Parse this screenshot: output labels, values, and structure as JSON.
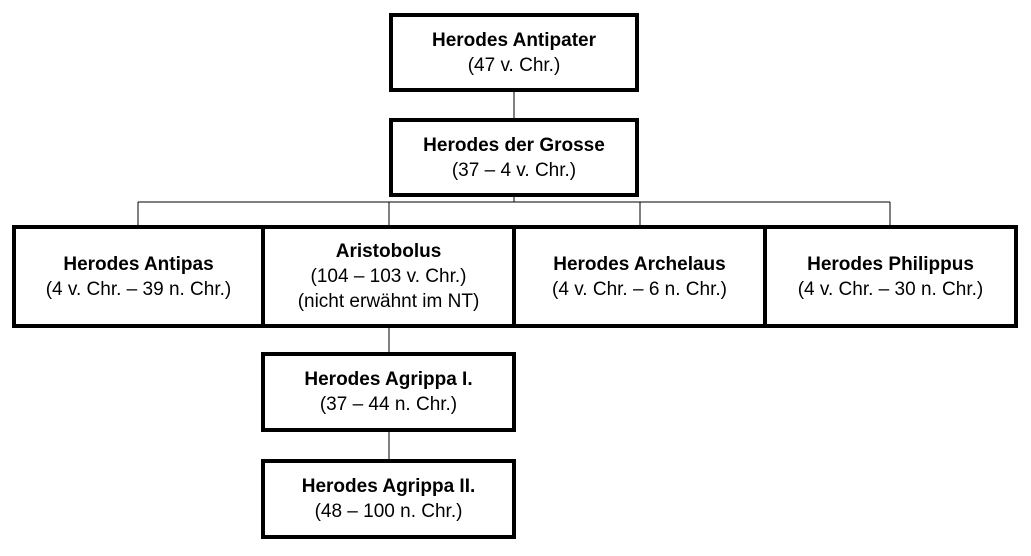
{
  "diagram": {
    "nodes": {
      "antipater": {
        "name": "Herodes Antipater",
        "dates": "(47 v. Chr.)"
      },
      "grosse": {
        "name": "Herodes der Grosse",
        "dates": "(37 – 4 v. Chr.)"
      },
      "antipas": {
        "name": "Herodes Antipas",
        "dates": "(4 v. Chr. – 39 n. Chr.)"
      },
      "aristobolus": {
        "name": "Aristobolus",
        "dates": "(104 – 103 v. Chr.)",
        "note": "(nicht erwähnt im NT)"
      },
      "archelaus": {
        "name": "Herodes Archelaus",
        "dates": "(4 v. Chr. – 6 n. Chr.)"
      },
      "philippus": {
        "name": "Herodes Philippus",
        "dates": "(4 v. Chr. – 30 n. Chr.)"
      },
      "agrippa1": {
        "name": "Herodes Agrippa I.",
        "dates": "(37 – 44 n. Chr.)"
      },
      "agrippa2": {
        "name": "Herodes Agrippa II.",
        "dates": "(48 – 100 n. Chr.)"
      }
    },
    "edges": [
      [
        "antipater",
        "grosse"
      ],
      [
        "grosse",
        "antipas"
      ],
      [
        "grosse",
        "aristobolus"
      ],
      [
        "grosse",
        "archelaus"
      ],
      [
        "grosse",
        "philippus"
      ],
      [
        "aristobolus",
        "agrippa1"
      ],
      [
        "agrippa1",
        "agrippa2"
      ]
    ],
    "colors": {
      "box_border": "#000000",
      "connector": "#000000",
      "background": "#ffffff"
    }
  }
}
